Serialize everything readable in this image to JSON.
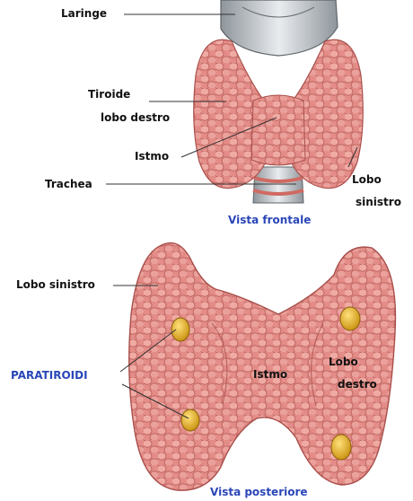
{
  "front": {
    "labels": {
      "laringe": "Laringe",
      "tiroide": "Tiroide",
      "lobo_destro": "lobo destro",
      "istmo": "Istmo",
      "trachea": "Trachea",
      "lobo": "Lobo",
      "sinistro": "sinistro"
    },
    "caption": "Vista frontale"
  },
  "back": {
    "labels": {
      "lobo_sinistro": "Lobo sinistro",
      "paratiroidi": "PARATIROIDI",
      "istmo": "Istmo",
      "lobo": "Lobo",
      "destro": "destro"
    },
    "caption": "Vista posteriore"
  },
  "colors": {
    "gland": "#e08a84",
    "gland_dark": "#b85a56",
    "parathyroid": "#e3b21c",
    "cartilage": "#cfd4d8",
    "caption": "#2a46b8"
  }
}
